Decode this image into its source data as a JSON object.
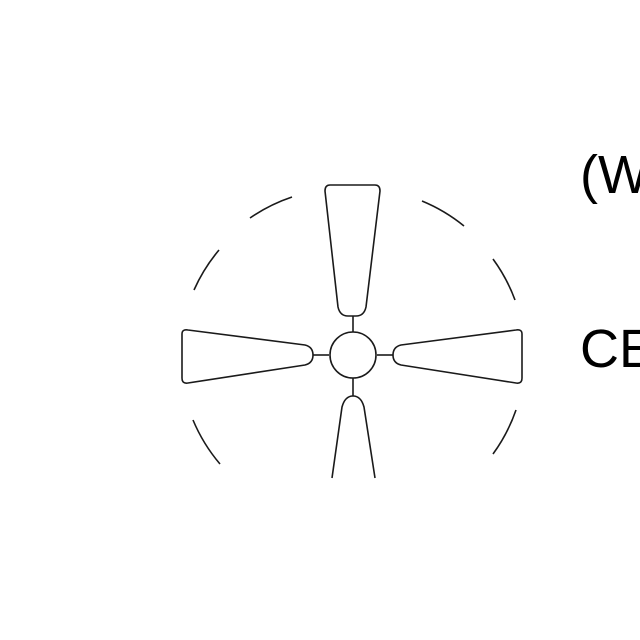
{
  "symbol": {
    "name": "ceiling-fan-symbol",
    "stroke_color": "#1a1a1a",
    "blade_count": 4
  },
  "labels": {
    "top": "(W",
    "middle": "CE"
  }
}
